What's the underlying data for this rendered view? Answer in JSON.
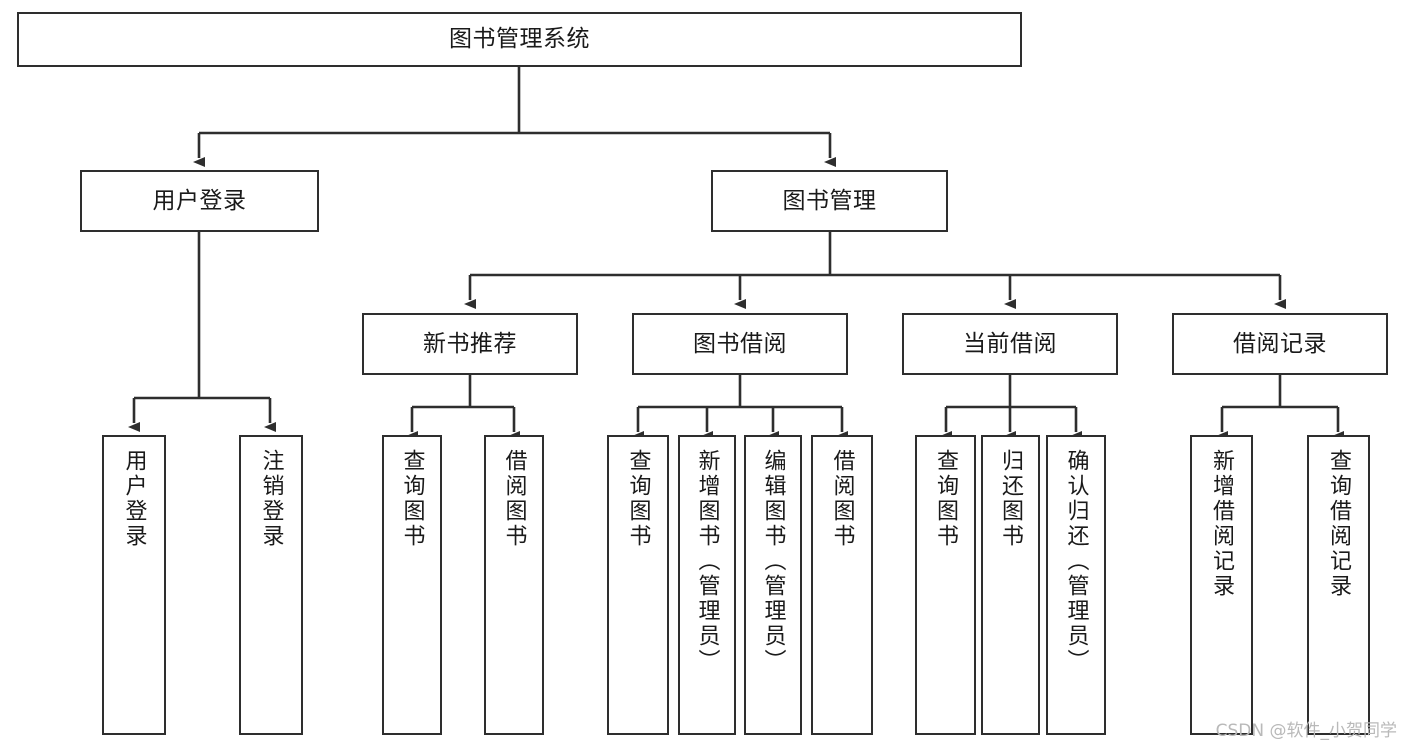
{
  "diagram": {
    "title": "图书管理系统",
    "root": {
      "id": "root",
      "label": "图书管理系统"
    },
    "level2": [
      {
        "id": "user-login",
        "label": "用户登录"
      },
      {
        "id": "book-manage",
        "label": "图书管理"
      }
    ],
    "level3": [
      {
        "id": "new-book-recommend",
        "label": "新书推荐"
      },
      {
        "id": "book-borrow",
        "label": "图书借阅"
      },
      {
        "id": "current-borrow",
        "label": "当前借阅"
      },
      {
        "id": "borrow-record",
        "label": "借阅记录"
      }
    ],
    "leaves": {
      "user_login": [
        {
          "id": "leaf-user-login",
          "label": "用户登录"
        },
        {
          "id": "leaf-user-logout",
          "label": "注销登录"
        }
      ],
      "new_book_recommend": [
        {
          "id": "leaf-query-book-1",
          "label": "查询图书"
        },
        {
          "id": "leaf-borrow-book-1",
          "label": "借阅图书"
        }
      ],
      "book_borrow": [
        {
          "id": "leaf-query-book-2",
          "label": "查询图书"
        },
        {
          "id": "leaf-add-book",
          "label": "新增图书（管理员）"
        },
        {
          "id": "leaf-edit-book",
          "label": "编辑图书（管理员）"
        },
        {
          "id": "leaf-borrow-book-2",
          "label": "借阅图书"
        }
      ],
      "current_borrow": [
        {
          "id": "leaf-query-book-3",
          "label": "查询图书"
        },
        {
          "id": "leaf-return-book",
          "label": "归还图书"
        },
        {
          "id": "leaf-confirm-return",
          "label": "确认归还（管理员）"
        }
      ],
      "borrow_record": [
        {
          "id": "leaf-add-record",
          "label": "新增借阅记录"
        },
        {
          "id": "leaf-query-record",
          "label": "查询借阅记录"
        }
      ]
    },
    "watermark": "CSDN @软件_小贺同学",
    "colors": {
      "stroke": "#2e2e2e",
      "fill": "#ffffff",
      "text": "#1a1a1a",
      "watermark": "#b9b9b9"
    }
  }
}
